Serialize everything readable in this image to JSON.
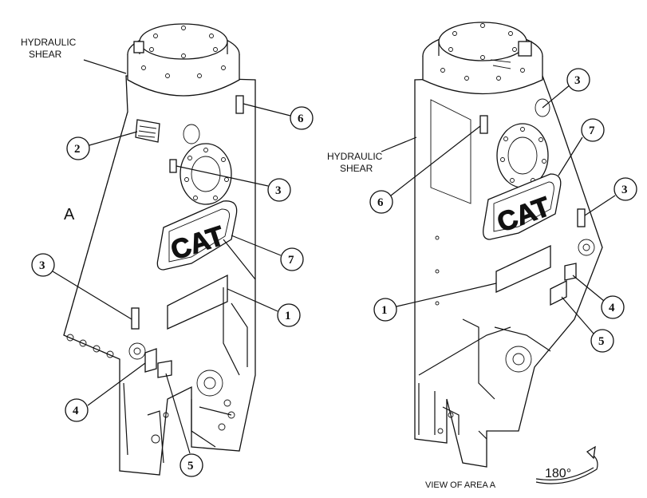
{
  "left_view": {
    "label_hydraulic_line1": "HYDRAULIC",
    "label_hydraulic_line2": "SHEAR",
    "area_label": "A",
    "callouts": [
      "2",
      "6",
      "3",
      "7",
      "3",
      "1",
      "4",
      "5"
    ]
  },
  "right_view": {
    "label_hydraulic_line1": "HYDRAULIC",
    "label_hydraulic_line2": "SHEAR",
    "callouts": [
      "3",
      "7",
      "6",
      "3",
      "1",
      "4",
      "5"
    ]
  },
  "logo_text": "CAT",
  "footer": {
    "view_label": "VIEW OF AREA A",
    "rotation_label": "180°"
  }
}
